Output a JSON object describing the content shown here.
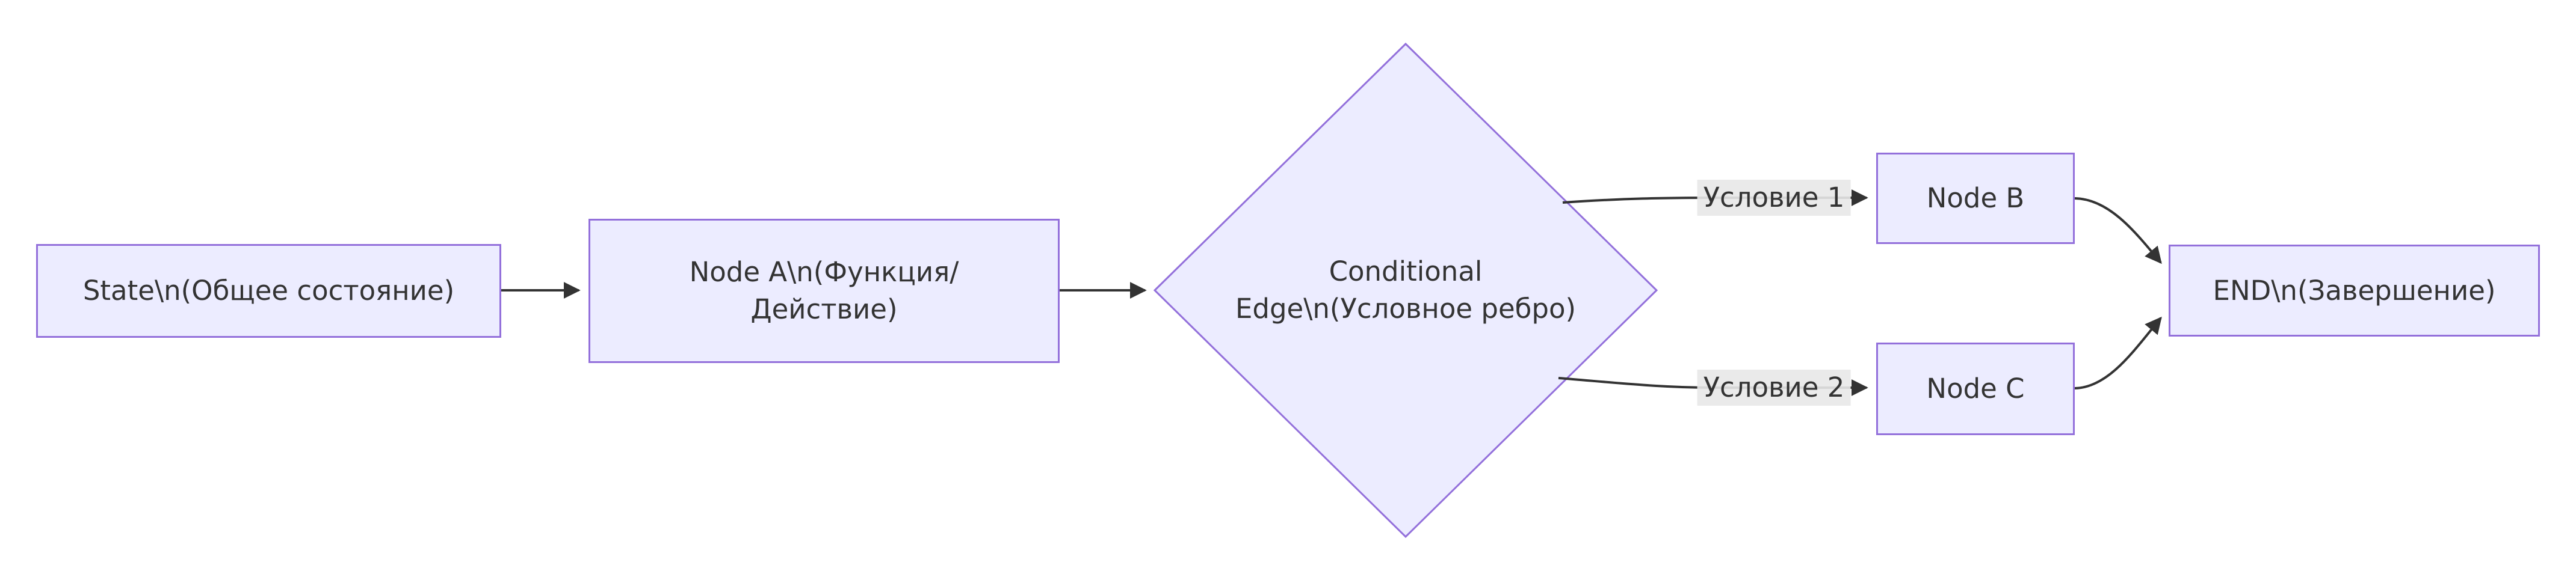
{
  "diagram": {
    "title": "flowchart",
    "nodes": {
      "state": {
        "label": "State\\n(Общее состояние)"
      },
      "node_a": {
        "lines": [
          "Node A\\n(Функция/",
          "Действие)"
        ]
      },
      "conditional": {
        "lines": [
          "Conditional",
          "Edge\\n(Условное ребро)"
        ]
      },
      "node_b": {
        "label": "Node B"
      },
      "node_c": {
        "label": "Node C"
      },
      "end": {
        "label": "END\\n(Завершение)"
      }
    },
    "edge_labels": {
      "condition1": "Условие 1",
      "condition2": "Условие 2"
    },
    "edges": [
      {
        "from": "state",
        "to": "node_a"
      },
      {
        "from": "node_a",
        "to": "conditional"
      },
      {
        "from": "conditional",
        "to": "node_b",
        "label": "Условие 1"
      },
      {
        "from": "conditional",
        "to": "node_c",
        "label": "Условие 2"
      },
      {
        "from": "node_b",
        "to": "end"
      },
      {
        "from": "node_c",
        "to": "end"
      }
    ],
    "colors": {
      "node_fill": "#ECECFF",
      "node_border": "#9370DB",
      "edge_stroke": "#333333",
      "edge_label_bg": "#E8E8E8",
      "text": "#333333",
      "background": "#FFFFFF"
    }
  }
}
